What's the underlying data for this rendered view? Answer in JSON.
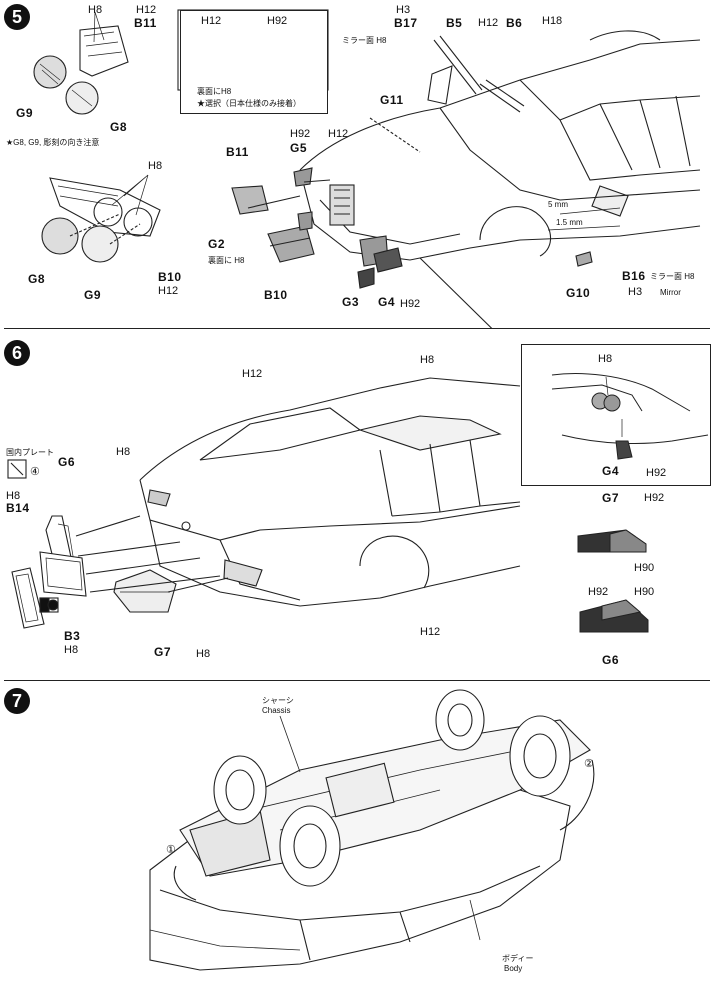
{
  "step5": {
    "number": "5",
    "labels": {
      "h8_top": "H8",
      "h12_top": "H12",
      "b11_top": "B11",
      "g9_left": "G9",
      "g8_left": "G8",
      "note_engrave": "★G8, G9, 彫刻の向き注意",
      "h8_mid": "H8",
      "g8_low": "G8",
      "g9_low": "G9",
      "b10_left": "B10",
      "h12_left": "H12",
      "inset_h12": "H12",
      "inset_h92": "H92",
      "inset_back": "裏面にH8",
      "inset_select": "★選択（日本仕様のみ接着）",
      "mirror_h8": "ミラー面 H8",
      "g11": "G11",
      "h3_top": "H3",
      "b17": "B17",
      "b5": "B5",
      "h12_pillar": "H12",
      "b6": "B6",
      "h18": "H18",
      "b11_mid": "B11",
      "h92_g5": "H92",
      "h12_g5": "H12",
      "g5": "G5",
      "g2": "G2",
      "back_h8": "裏面に H8",
      "b10_mid": "B10",
      "g3": "G3",
      "g4": "G4",
      "h92_g4": "H92",
      "mm5": "5 mm",
      "mm15": "1.5 mm",
      "g10": "G10",
      "b16": "B16",
      "b16_mirror": "ミラー面 H8",
      "h3_b16": "H3",
      "mirror_en": "Mirror"
    }
  },
  "step6": {
    "number": "6",
    "labels": {
      "h12_roof": "H12",
      "h8_pillar": "H8",
      "plate": "国内プレート",
      "star_num": "④",
      "g6_left": "G6",
      "h8_plate": "H8",
      "b14": "B14",
      "h8_arrow": "H8",
      "b3": "B3",
      "h8_b3": "H8",
      "g7_bottom": "G7",
      "h8_g7": "H8",
      "h12_sill": "H12",
      "detail_h8": "H8",
      "detail_g4": "G4",
      "detail_h92": "H92",
      "g7_right": "G7",
      "h92_g7": "H92",
      "h90_g7": "H90",
      "h92_g6": "H92",
      "h90_g6": "H90",
      "g6_right": "G6"
    }
  },
  "step7": {
    "number": "7",
    "labels": {
      "chassis_jp": "シャーシ",
      "chassis_en": "Chassis",
      "one": "①",
      "two": "②",
      "body_jp": "ボディー",
      "body_en": "Body"
    }
  }
}
